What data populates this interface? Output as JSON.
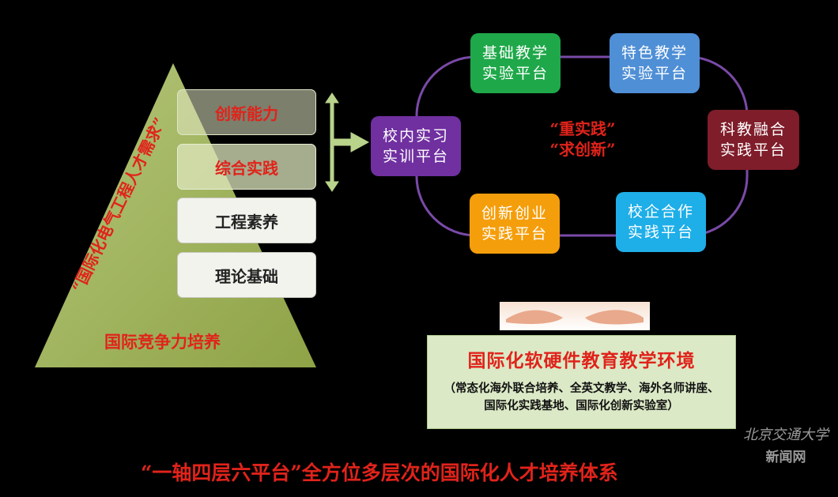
{
  "pyramid": {
    "side_text": "“国际化电气工程人才需求”",
    "base_label": "国际竞争力培养",
    "layers": [
      "创新能力",
      "综合实践",
      "工程素养",
      "理论基础"
    ]
  },
  "platforms": {
    "center": "“重实践”\n“求创新”",
    "items": [
      {
        "label": "校内实习\n实训平台",
        "color": "#7030a0"
      },
      {
        "label": "基础教学\n实验平台",
        "color": "#1fa84a"
      },
      {
        "label": "特色教学\n实验平台",
        "color": "#4f8fd6"
      },
      {
        "label": "科教融合\n实践平台",
        "color": "#7f1d2a"
      },
      {
        "label": "校企合作\n实践平台",
        "color": "#1eaee8"
      },
      {
        "label": "创新创业\n实践平台",
        "color": "#f59e0b"
      }
    ]
  },
  "environment": {
    "title": "国际化软硬件教育教学环境",
    "detail": "（常态化海外联合培养、全英文教学、海外名师讲座、国际化实践基地、国际化创新实验室）"
  },
  "footer": {
    "caption": "“一轴四层六平台”全方位多层次的国际化人才培养体系",
    "watermark_line1": "北京交通大学",
    "watermark_line2": "新闻网"
  }
}
